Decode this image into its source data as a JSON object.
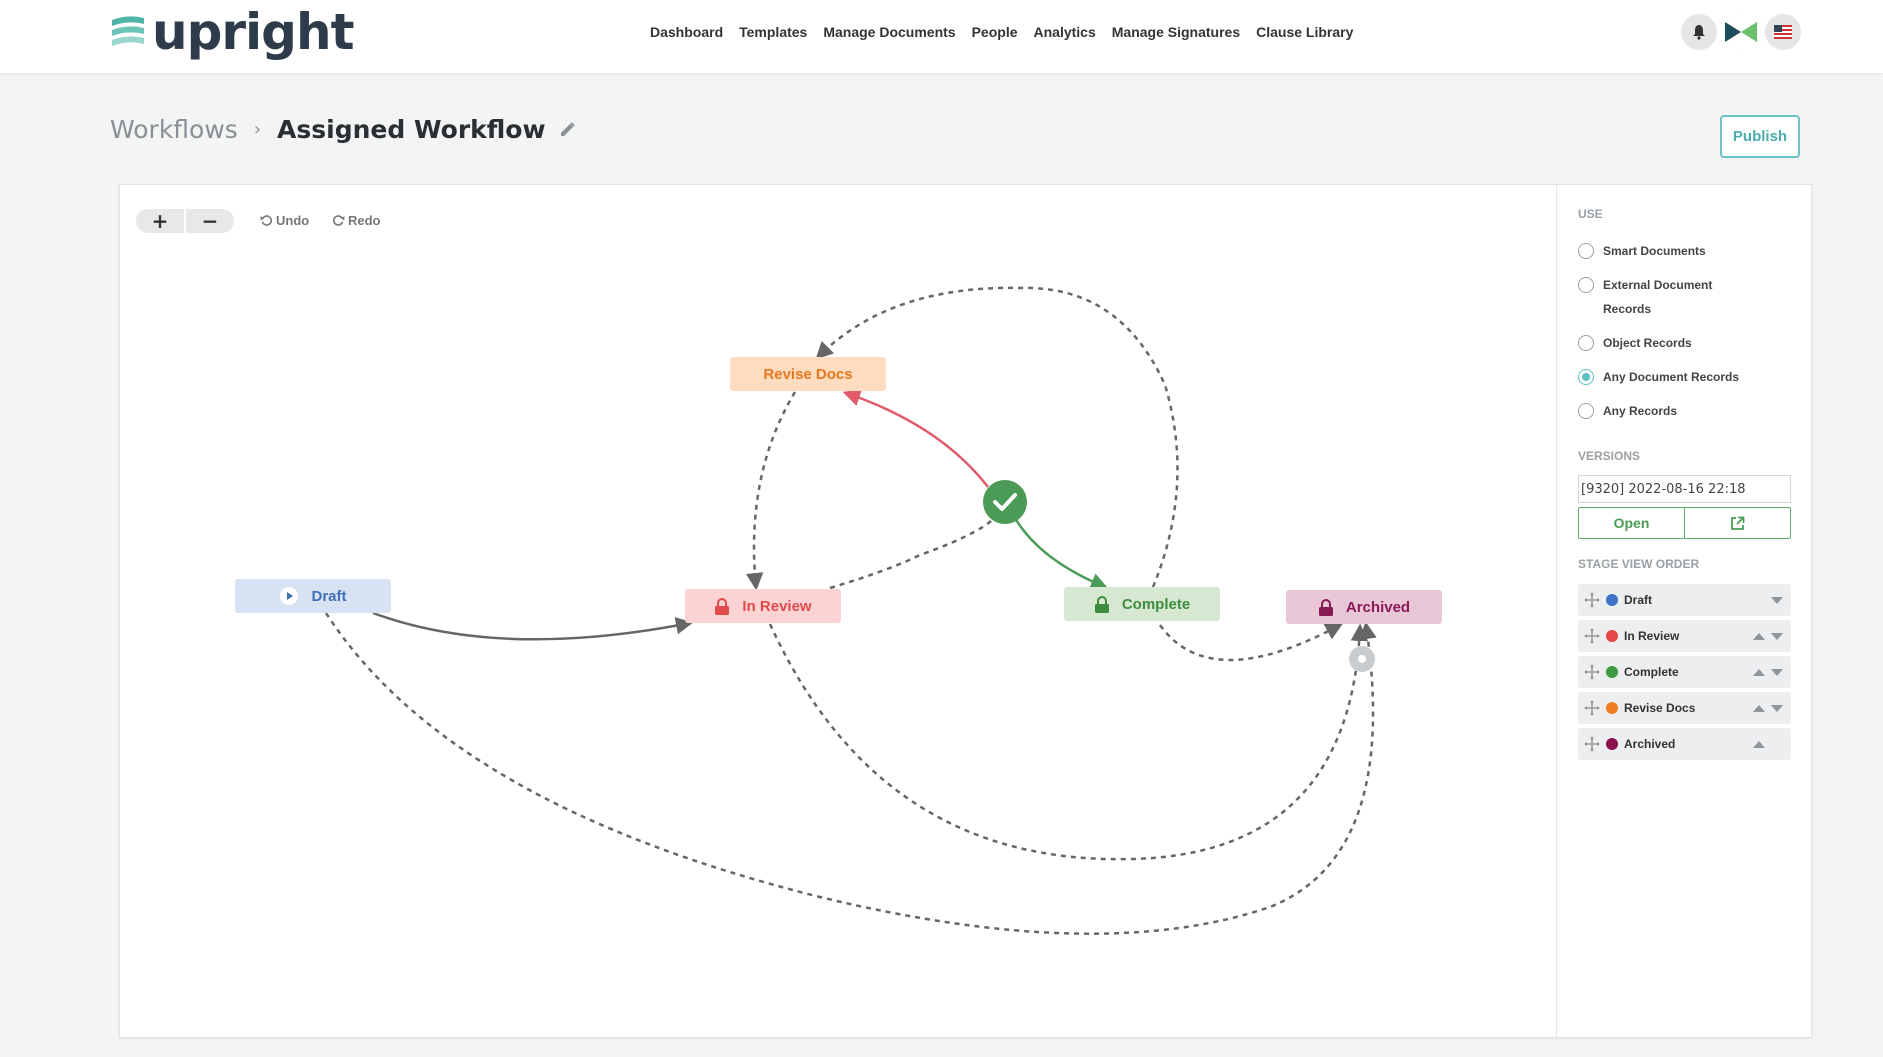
{
  "app": {
    "logo_text": "upright"
  },
  "nav": [
    "Dashboard",
    "Templates",
    "Manage Documents",
    "People",
    "Analytics",
    "Manage Signatures",
    "Clause Library"
  ],
  "breadcrumb": {
    "root": "Workflows",
    "separator": "›",
    "current": "Assigned Workflow"
  },
  "toolbar": {
    "publish_label": "Publish",
    "zoom_in": "+",
    "zoom_out": "−",
    "undo_label": "Undo",
    "redo_label": "Redo"
  },
  "nodes": {
    "draft": {
      "label": "Draft",
      "color": "#3f6fb5",
      "bg": "#d7e3f3"
    },
    "in_review": {
      "label": "In Review",
      "color": "#e14b4b",
      "bg": "#fbd3d3"
    },
    "revise_docs": {
      "label": "Revise Docs",
      "color": "#e8781f",
      "bg": "#fddcc0"
    },
    "complete": {
      "label": "Complete",
      "color": "#3e8c3e",
      "bg": "#d6e8d2"
    },
    "archived": {
      "label": "Archived",
      "color": "#8a1a56",
      "bg": "#e9c7d7"
    }
  },
  "panel": {
    "use_title": "USE",
    "use_options": [
      {
        "label": "Smart Documents",
        "selected": false
      },
      {
        "label": "External Document Records",
        "selected": false
      },
      {
        "label": "Object Records",
        "selected": false
      },
      {
        "label": "Any Document Records",
        "selected": true
      },
      {
        "label": "Any Records",
        "selected": false
      }
    ],
    "versions_title": "VERSIONS",
    "version_value": "[9320] 2022-08-16 22:18",
    "open_label": "Open",
    "stage_order_title": "STAGE VIEW ORDER",
    "stages": [
      {
        "label": "Draft",
        "color": "#3f73c9",
        "up": false,
        "down": true
      },
      {
        "label": "In Review",
        "color": "#e84545",
        "up": true,
        "down": true
      },
      {
        "label": "Complete",
        "color": "#3e9a3e",
        "up": true,
        "down": true
      },
      {
        "label": "Revise Docs",
        "color": "#f07f22",
        "up": true,
        "down": true
      },
      {
        "label": "Archived",
        "color": "#8a1351",
        "up": true,
        "down": false
      }
    ]
  }
}
